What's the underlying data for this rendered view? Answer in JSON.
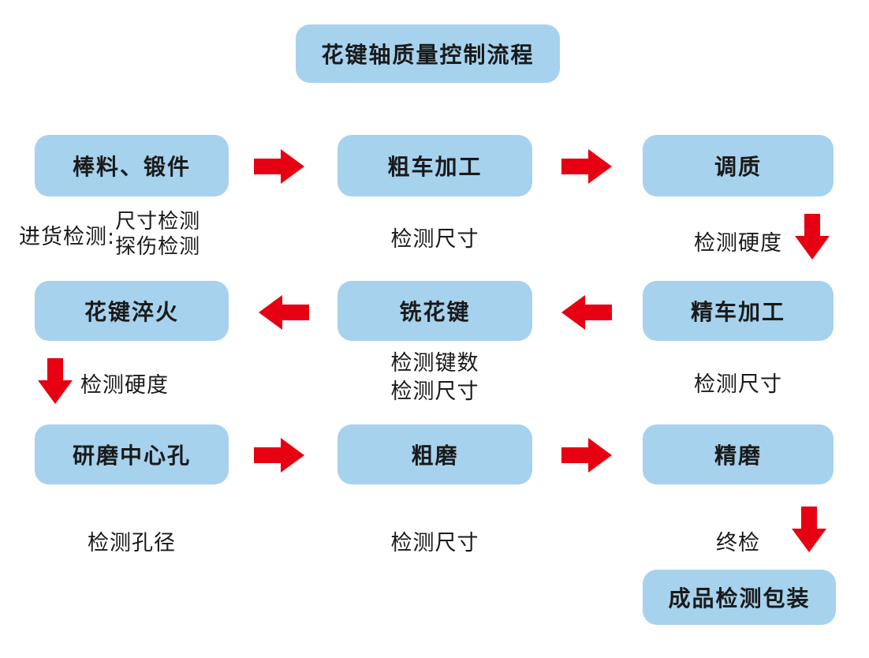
{
  "title": "花键轴质量控制流程",
  "colors": {
    "bg": "#FFFFFF",
    "box": "#A6D2ED",
    "arrow": "#E60012",
    "text": "#1A1A1A"
  },
  "boxes": {
    "raw": "棒料、锻件",
    "rough_turn": "粗车加工",
    "temper": "调质",
    "spline_quench": "花键淬火",
    "spline_mill": "铣花键",
    "fine_turn": "精车加工",
    "center_hole": "研磨中心孔",
    "rough_grind": "粗磨",
    "fine_grind": "精磨",
    "final": "成品检测包装"
  },
  "notes": {
    "incoming_label": "进货检测:",
    "incoming_l1": "尺寸检测",
    "incoming_l2": "探伤检测",
    "size_after_rough_turn": "检测尺寸",
    "hardness_after_temper": "检测硬度",
    "hardness_after_quench": "检测硬度",
    "key_count": "检测键数",
    "size_after_mill": "检测尺寸",
    "size_after_fine_turn": "检测尺寸",
    "hole_diameter": "检测孔径",
    "size_after_rough_grind": "检测尺寸",
    "final_check": "终检"
  }
}
